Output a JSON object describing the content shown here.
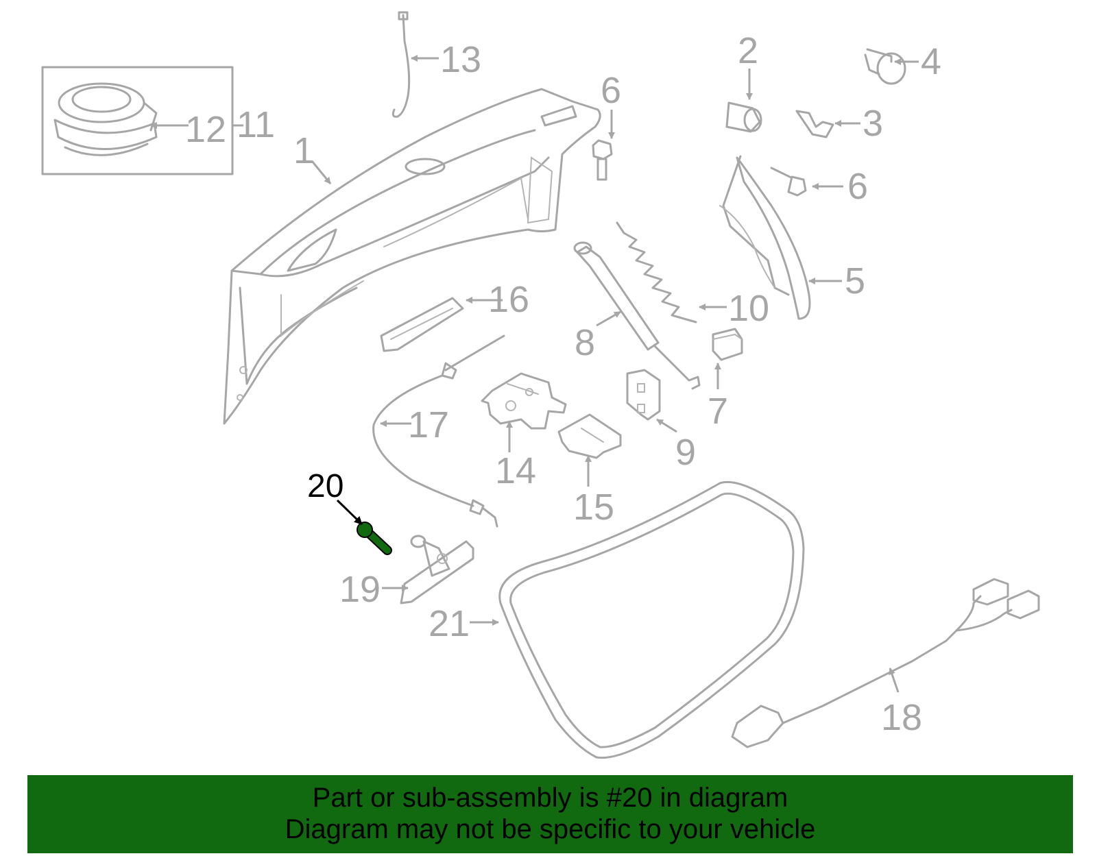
{
  "callouts": {
    "c1": "1",
    "c2": "2",
    "c3": "3",
    "c4": "4",
    "c5": "5",
    "c6a": "6",
    "c6b": "6",
    "c7": "7",
    "c8": "8",
    "c9": "9",
    "c10": "10",
    "c11": "11",
    "c12": "12",
    "c13": "13",
    "c14": "14",
    "c15": "15",
    "c16": "16",
    "c17": "17",
    "c18": "18",
    "c19": "19",
    "c20": "20",
    "c21": "21"
  },
  "highlight": {
    "part_number": "20",
    "color": "#126a10"
  },
  "banner": {
    "line1": "Part or sub-assembly is #20 in diagram",
    "line2": "Diagram may not be specific to your vehicle",
    "background": "#126a10"
  }
}
